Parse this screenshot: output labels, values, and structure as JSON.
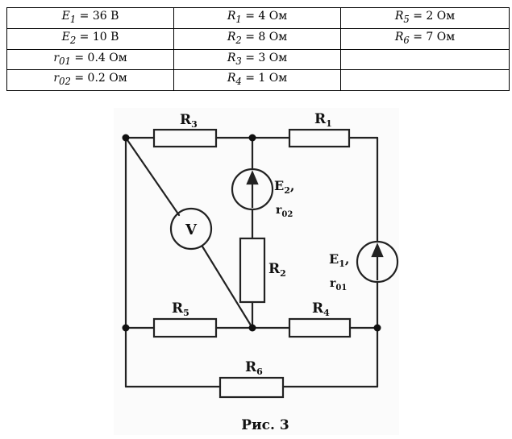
{
  "table": {
    "rows": [
      [
        {
          "sym": "E",
          "sub": "1",
          "rest": " = 36 В"
        },
        {
          "sym": "R",
          "sub": "1",
          "rest": " = 4 Ом"
        },
        {
          "sym": "R",
          "sub": "5",
          "rest": " = 2 Ом"
        }
      ],
      [
        {
          "sym": "E",
          "sub": "2",
          "rest": " = 10 В"
        },
        {
          "sym": "R",
          "sub": "2",
          "rest": " = 8 Ом"
        },
        {
          "sym": "R",
          "sub": "6",
          "rest": " = 7 Ом"
        }
      ],
      [
        {
          "sym": "r",
          "sub": "01",
          "rest": " = 0.4 Ом"
        },
        {
          "sym": "R",
          "sub": "3",
          "rest": " = 3 Ом"
        },
        {
          "sym": "",
          "sub": "",
          "rest": ""
        }
      ],
      [
        {
          "sym": "r",
          "sub": "02",
          "rest": " = 0.2 Ом"
        },
        {
          "sym": "R",
          "sub": "4",
          "rest": " = 1 Ом"
        },
        {
          "sym": "",
          "sub": "",
          "rest": ""
        }
      ]
    ]
  },
  "circuit": {
    "labels": {
      "r3": {
        "main": "R",
        "sub": "3"
      },
      "r1": {
        "main": "R",
        "sub": "1"
      },
      "r2": {
        "main": "R",
        "sub": "2"
      },
      "r5": {
        "main": "R",
        "sub": "5"
      },
      "r4": {
        "main": "R",
        "sub": "4"
      },
      "r6": {
        "main": "R",
        "sub": "6"
      },
      "e2": {
        "main": "E",
        "sub": "2",
        "suffix": ","
      },
      "r02": {
        "main": "r",
        "sub": "02"
      },
      "e1": {
        "main": "E",
        "sub": "1",
        "suffix": ","
      },
      "r01": {
        "main": "r",
        "sub": "01"
      },
      "voltmeter": "V"
    },
    "caption": "Рис. 3"
  }
}
